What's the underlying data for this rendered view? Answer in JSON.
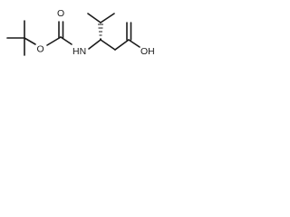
{
  "molecule": {
    "atoms": {
      "ester_oxygen": "O",
      "carbonyl_oxygen": "O",
      "amine": "HN",
      "hydroxyl": "OH"
    },
    "colors": {
      "ink": "#1a1a1a",
      "background": "#ffffff"
    }
  }
}
